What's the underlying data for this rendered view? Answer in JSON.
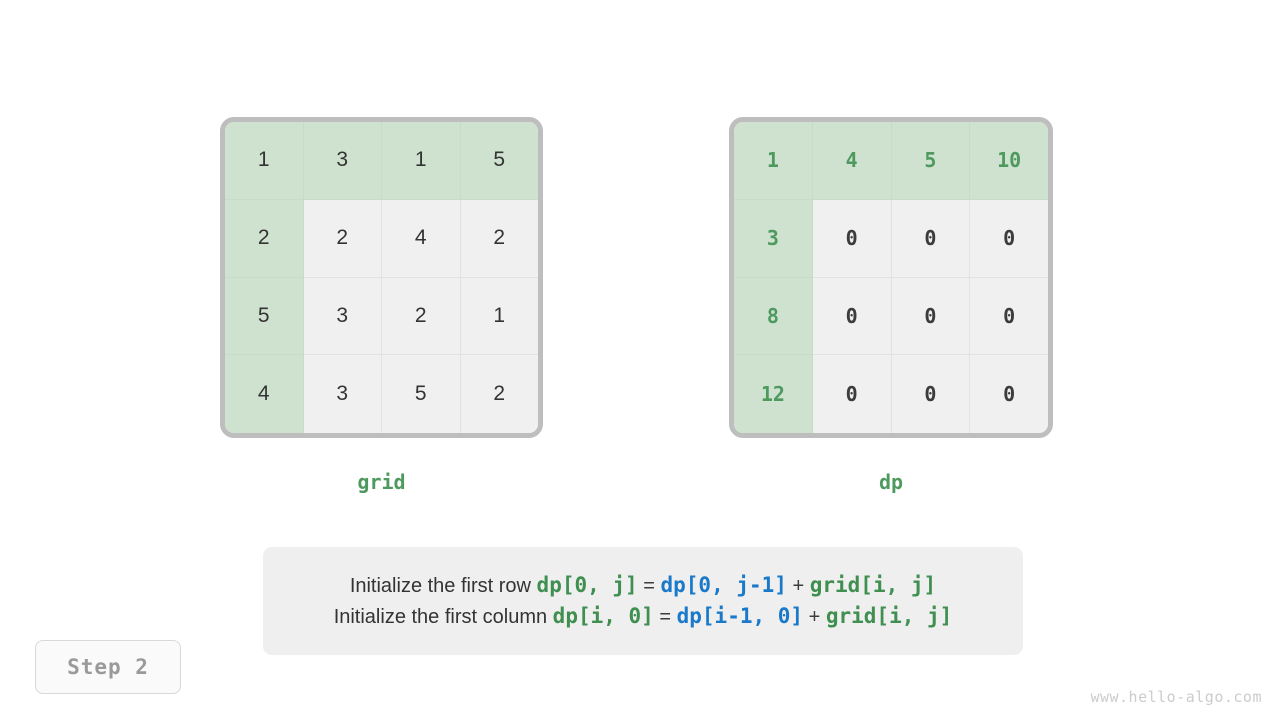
{
  "page": {
    "background": "#ffffff",
    "watermark": "www.hello-algo.com"
  },
  "colors": {
    "highlight_cell_bg": "#cfe2d0",
    "plain_cell_bg": "#f0f0f0",
    "matrix_border": "#bebebe",
    "green_text": "#4e9a5e",
    "blue_text": "#1a7ac9",
    "dark_text": "#333333",
    "badge_text": "#9a9a9a",
    "formula_box_bg": "#efefef"
  },
  "step_badge": {
    "label": "Step 2"
  },
  "grids": [
    {
      "id": "grid",
      "caption": "grid",
      "mono": false,
      "rows": [
        [
          "1",
          "3",
          "1",
          "5"
        ],
        [
          "2",
          "2",
          "4",
          "2"
        ],
        [
          "5",
          "3",
          "2",
          "1"
        ],
        [
          "4",
          "3",
          "5",
          "2"
        ]
      ],
      "highlight": [
        [
          true,
          true,
          true,
          true
        ],
        [
          true,
          false,
          false,
          false
        ],
        [
          true,
          false,
          false,
          false
        ],
        [
          true,
          false,
          false,
          false
        ]
      ]
    },
    {
      "id": "dp",
      "caption": "dp",
      "mono": true,
      "rows": [
        [
          "1",
          "4",
          "5",
          "10"
        ],
        [
          "3",
          "0",
          "0",
          "0"
        ],
        [
          "8",
          "0",
          "0",
          "0"
        ],
        [
          "12",
          "0",
          "0",
          "0"
        ]
      ],
      "highlight": [
        [
          true,
          true,
          true,
          true
        ],
        [
          true,
          false,
          false,
          false
        ],
        [
          true,
          false,
          false,
          false
        ],
        [
          true,
          false,
          false,
          false
        ]
      ]
    }
  ],
  "formula": {
    "lines": [
      {
        "prefix": "Initialize the first row ",
        "lhs": "dp[0, j]",
        "eq": " = ",
        "rhs1": "dp[0, j-1]",
        "plus": " + ",
        "rhs2": "grid[i, j]"
      },
      {
        "prefix": "Initialize the first column ",
        "lhs": "dp[i, 0]",
        "eq": " = ",
        "rhs1": "dp[i-1, 0]",
        "plus": " + ",
        "rhs2": "grid[i, j]"
      }
    ]
  }
}
